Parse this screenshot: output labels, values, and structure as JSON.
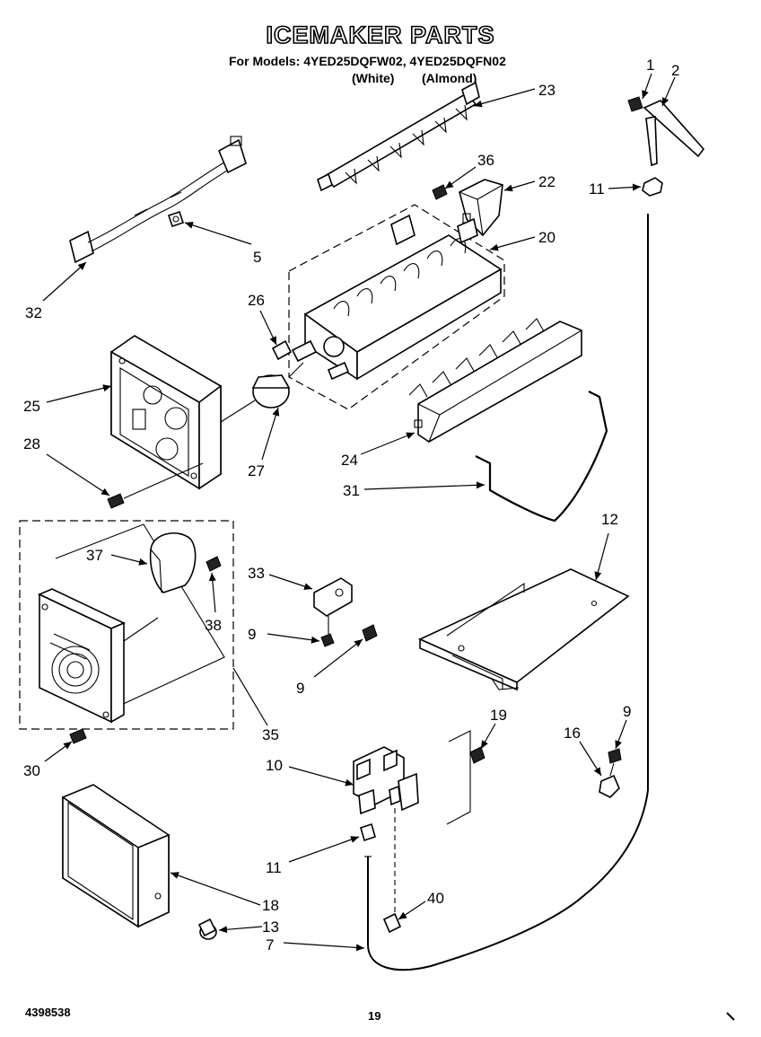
{
  "header": {
    "title": "ICEMAKER PARTS",
    "models_line": "For Models: 4YED25DQFW02, 4YED25DQFN02",
    "variant_white": "(White)",
    "variant_almond": "(Almond)"
  },
  "footer": {
    "doc_number": "4398538",
    "page_number": "19"
  },
  "callouts": {
    "c1": "1",
    "c2": "2",
    "c5": "5",
    "c7": "7",
    "c9a": "9",
    "c9b": "9",
    "c9c": "9",
    "c10": "10",
    "c11a": "11",
    "c11b": "11",
    "c12": "12",
    "c13": "13",
    "c16": "16",
    "c18": "18",
    "c19": "19",
    "c20": "20",
    "c22": "22",
    "c23": "23",
    "c24": "24",
    "c25": "25",
    "c26": "26",
    "c27": "27",
    "c28": "28",
    "c30": "30",
    "c31": "31",
    "c32": "32",
    "c33": "33",
    "c35": "35",
    "c36": "36",
    "c37": "37",
    "c38": "38",
    "c40": "40"
  },
  "colors": {
    "ink": "#000000",
    "paper": "#ffffff"
  }
}
